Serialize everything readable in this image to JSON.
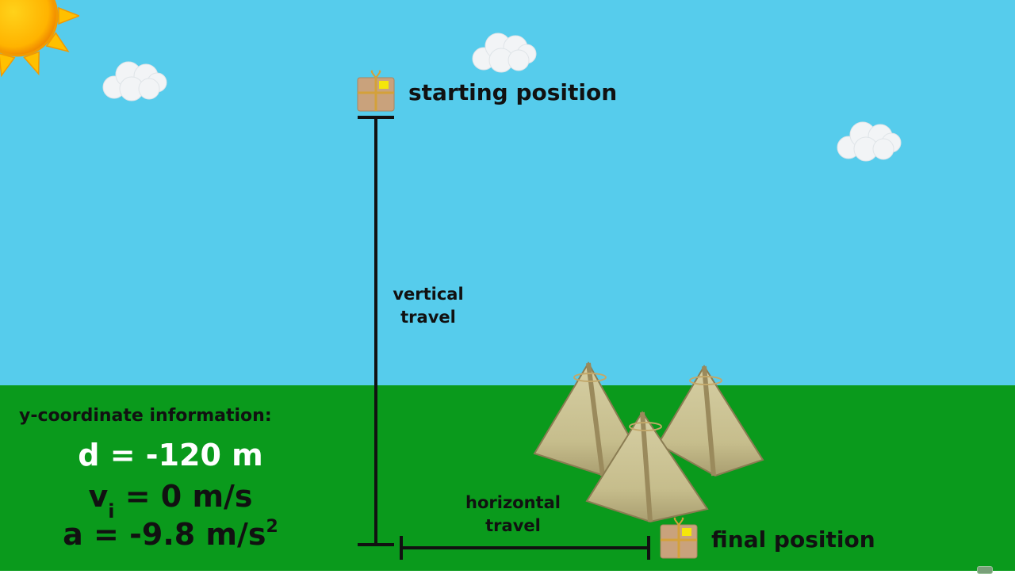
{
  "scene": {
    "sky_color": "#56ccec",
    "ground_color": "#0a9a1c",
    "decorations": [
      "sun-icon",
      "cloud-icon",
      "cloud-icon",
      "cloud-icon",
      "tent-icon",
      "tent-icon",
      "tent-icon",
      "package-icon",
      "package-icon"
    ]
  },
  "labels": {
    "starting_position": "starting position",
    "final_position": "final position",
    "vertical_travel_line1": "vertical",
    "vertical_travel_line2": "travel",
    "horizontal_travel_line1": "horizontal",
    "horizontal_travel_line2": "travel"
  },
  "info": {
    "title": "y-coordinate information:",
    "displacement": {
      "symbol": "d",
      "eq": " = ",
      "value": "-120 m",
      "color": "#ffffff"
    },
    "initial_velocity": {
      "symbol": "v",
      "subscript": "i",
      "eq": " = ",
      "value": "0 m/s"
    },
    "acceleration": {
      "symbol": "a",
      "eq": " = ",
      "value": "-9.8 m/s",
      "superscript": "2"
    }
  }
}
